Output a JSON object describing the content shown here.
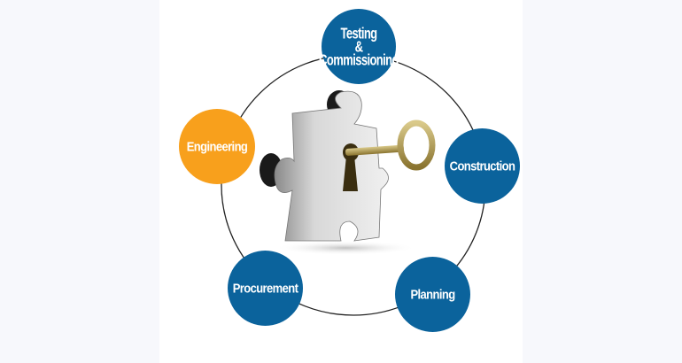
{
  "diagram": {
    "stages": [
      {
        "label_lines": [
          "Testing",
          "&",
          "Commissioning"
        ],
        "color": "#0b639c"
      },
      {
        "label": "Engineering",
        "color": "#f8a01c"
      },
      {
        "label": "Construction",
        "color": "#0b639c"
      },
      {
        "label": "Procurement",
        "color": "#0b639c"
      },
      {
        "label": "Planning",
        "color": "#0b639c"
      }
    ],
    "center_image": "puzzle-piece-with-key-icon"
  }
}
